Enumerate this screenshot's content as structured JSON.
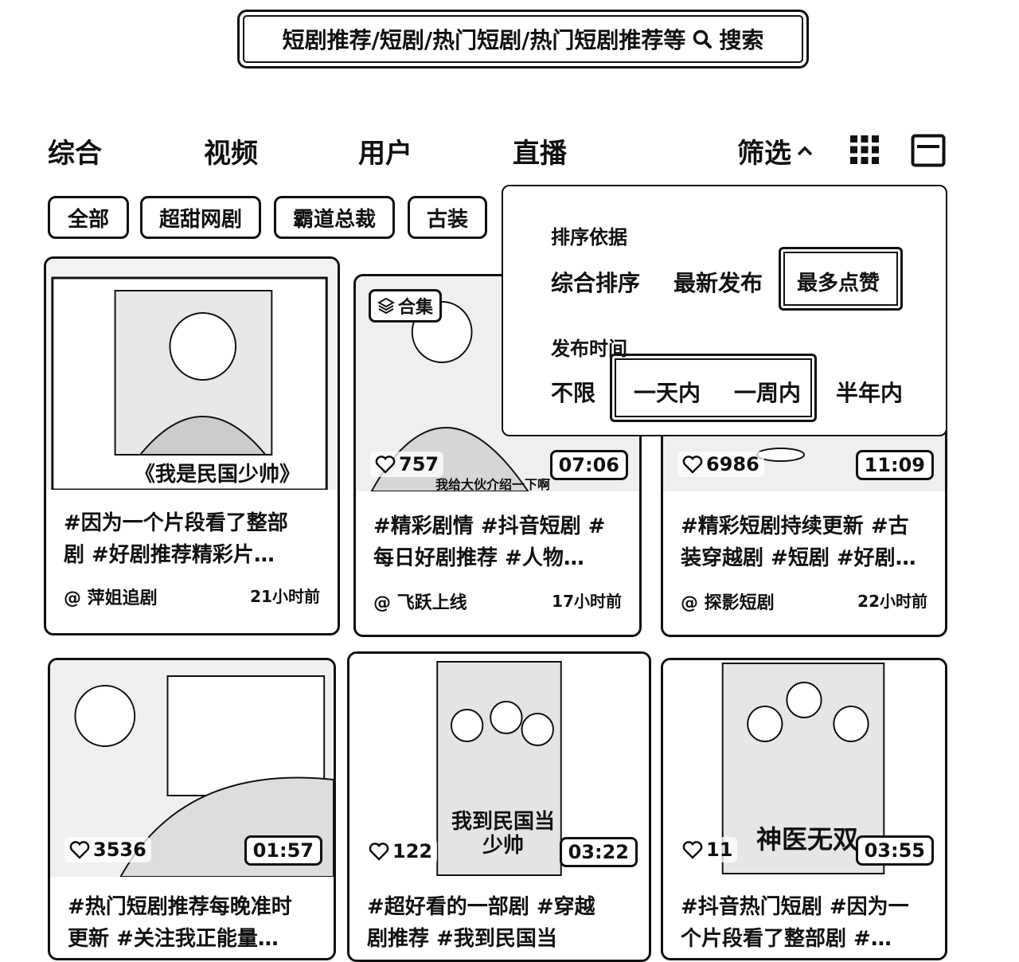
{
  "search": {
    "text": "短剧推荐/短剧/热门短剧/热门短剧推荐等",
    "button": "搜索"
  },
  "tabs": [
    "综合",
    "视频",
    "用户",
    "直播"
  ],
  "filter_label": "筛选",
  "chips": [
    "全部",
    "超甜网剧",
    "霸道总裁",
    "古装"
  ],
  "dropdown": {
    "sort_label": "排序依据",
    "sort_options": [
      "综合排序",
      "最新发布",
      "最多点赞"
    ],
    "sort_selected": "最多点赞",
    "time_label": "发布时间",
    "time_options": [
      "不限",
      "一天内",
      "一周内",
      "半年内"
    ]
  },
  "cards": [
    {
      "poster_title": "《我是民国少帅》",
      "caption1": "#因为一个片段看了整部",
      "caption2": "剧 #好剧推荐精彩片…",
      "author": "@ 萍姐追剧",
      "time": "21小时前"
    },
    {
      "badge": "合集",
      "likes": "757",
      "duration": "07:06",
      "subtitle": "我给大伙介绍一下啊",
      "caption1": "#精彩剧情 #抖音短剧 #",
      "caption2": "每日好剧推荐 #人物…",
      "author": "@ 飞跃上线",
      "time": "17小时前"
    },
    {
      "likes": "6986",
      "duration": "11:09",
      "caption1": "#精彩短剧持续更新 #古",
      "caption2": "装穿越剧 #短剧 #好剧…",
      "author": "@ 探影短剧",
      "time": "22小时前"
    },
    {
      "likes": "3536",
      "duration": "01:57",
      "caption1": "#热门短剧推荐每晚准时",
      "caption2": "更新 #关注我正能量…"
    },
    {
      "likes": "122",
      "duration": "03:22",
      "poster_text": "我到民国当少帅",
      "caption1": "#超好看的一部剧 #穿越",
      "caption2": "剧推荐 #我到民国当"
    },
    {
      "likes": "11",
      "duration": "03:55",
      "poster_text": "神医无双",
      "caption1": "#抖音热门短剧 #因为一",
      "caption2": "个片段看了整部剧 #…"
    }
  ]
}
